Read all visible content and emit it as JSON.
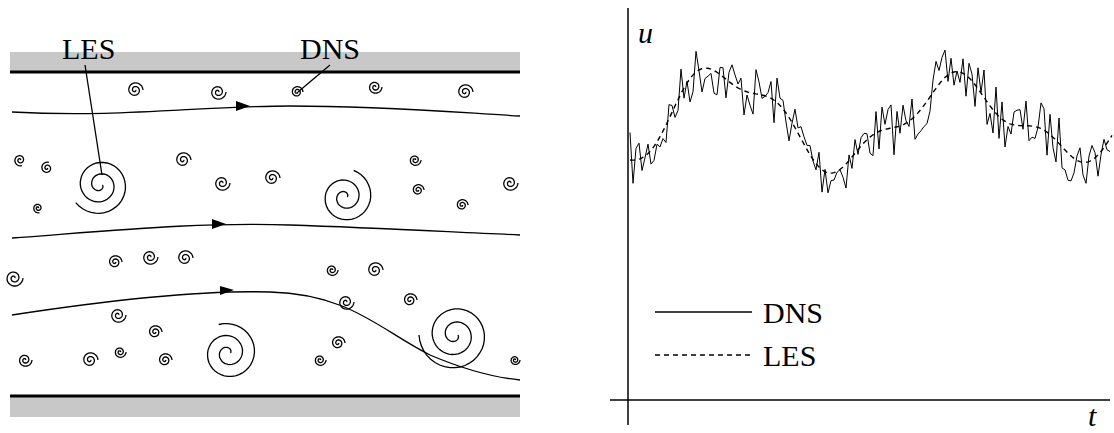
{
  "diagram": {
    "labels": [
      "LES",
      "DNS",
      "u",
      "t"
    ],
    "legend": [
      {
        "text": "DNS"
      },
      {
        "text": "LES"
      }
    ]
  }
}
